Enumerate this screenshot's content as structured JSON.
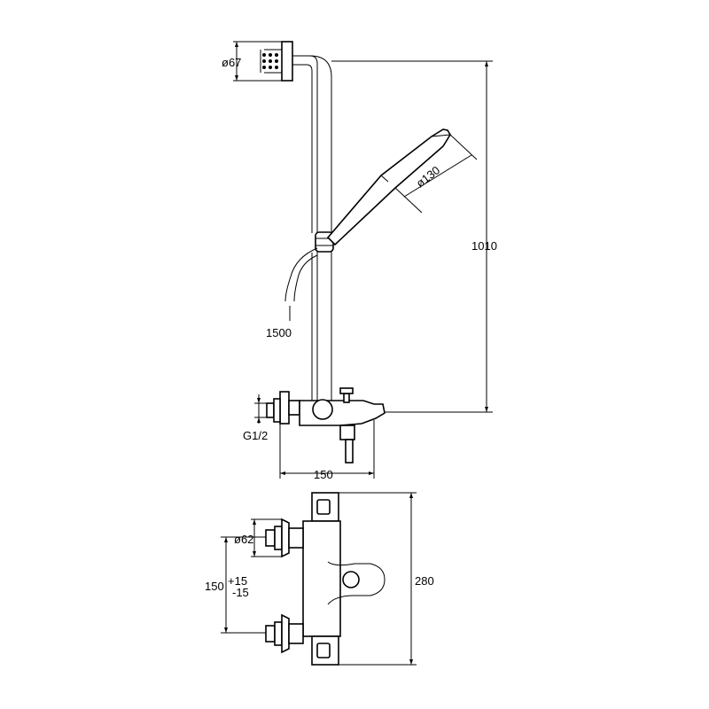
{
  "dimensions": {
    "rose_diameter": "ø67",
    "handshower_diameter": "ø130",
    "total_height": "1010",
    "hose_length": "1500",
    "inlet_thread": "G1/2",
    "spout_projection": "150",
    "inlet_diameter": "ø62",
    "inlet_spacing": "150",
    "inlet_spacing_tol_plus": "+15",
    "inlet_spacing_tol_minus": "-15",
    "mixer_height": "280"
  }
}
